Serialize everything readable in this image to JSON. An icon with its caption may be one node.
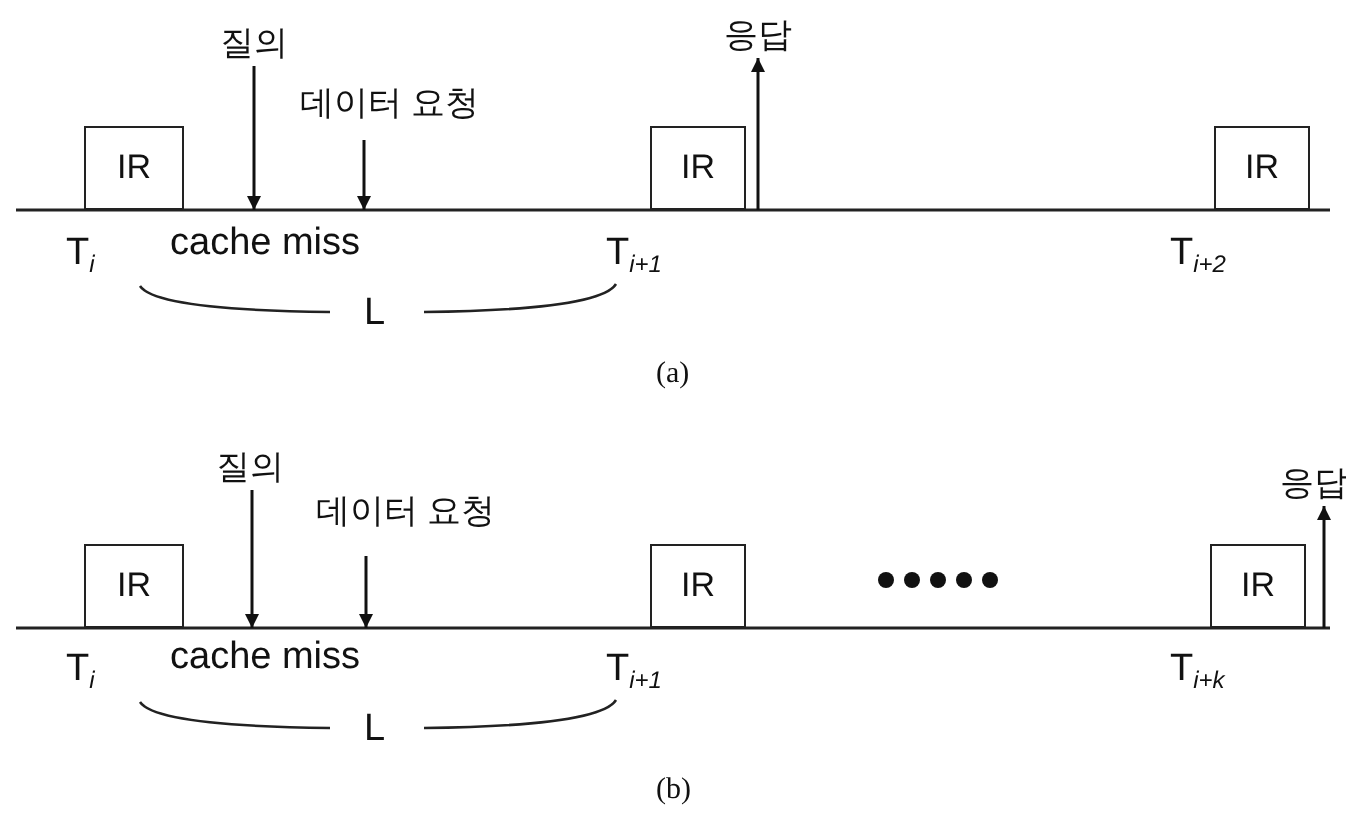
{
  "diagram": {
    "nodes": [
      {
        "text": [
          "질의"
        ]
      },
      {
        "text": [
          "데이터 요청"
        ]
      },
      {
        "text": [
          "응답"
        ]
      },
      {
        "text": [
          "IR"
        ],
        "beside": [
          "T$_{i}$"
        ]
      },
      {
        "text": [
          "IR"
        ],
        "beside": [
          "T$_{i+1}$"
        ]
      },
      {
        "text": [
          "IR"
        ],
        "beside": [
          "T$_{i+2}$"
        ]
      },
      {
        "text": [],
        "shape": "bar"
      },
      {
        "text": [
          "질의"
        ]
      },
      {
        "text": [
          "데이터 요청"
        ]
      },
      {
        "text": [
          "응답"
        ]
      },
      {
        "text": [
          "IR"
        ],
        "beside": [
          "T$_{i}$"
        ]
      },
      {
        "text": [
          "IR"
        ],
        "beside": [
          "T$_{i+1}$"
        ]
      },
      {
        "text": [
          "IR"
        ],
        "beside": [
          "T$_{i+k}$"
        ]
      },
      {
        "text": [],
        "shape": "bar"
      }
    ],
    "edges": [
      {
        "from": 0,
        "to": 6,
        "arrow": "to"
      },
      {
        "from": 1,
        "to": 6,
        "arrow": "to"
      },
      {
        "from": 6,
        "to": 2,
        "arrow": "to"
      },
      {
        "from": 7,
        "to": 13,
        "arrow": "to"
      },
      {
        "from": 8,
        "to": 13,
        "arrow": "to"
      },
      {
        "from": 13,
        "to": 9,
        "arrow": "to"
      }
    ],
    "labels": [
      "cache miss",
      "L",
      "(a)",
      "cache miss",
      "L",
      "(b)"
    ]
  }
}
